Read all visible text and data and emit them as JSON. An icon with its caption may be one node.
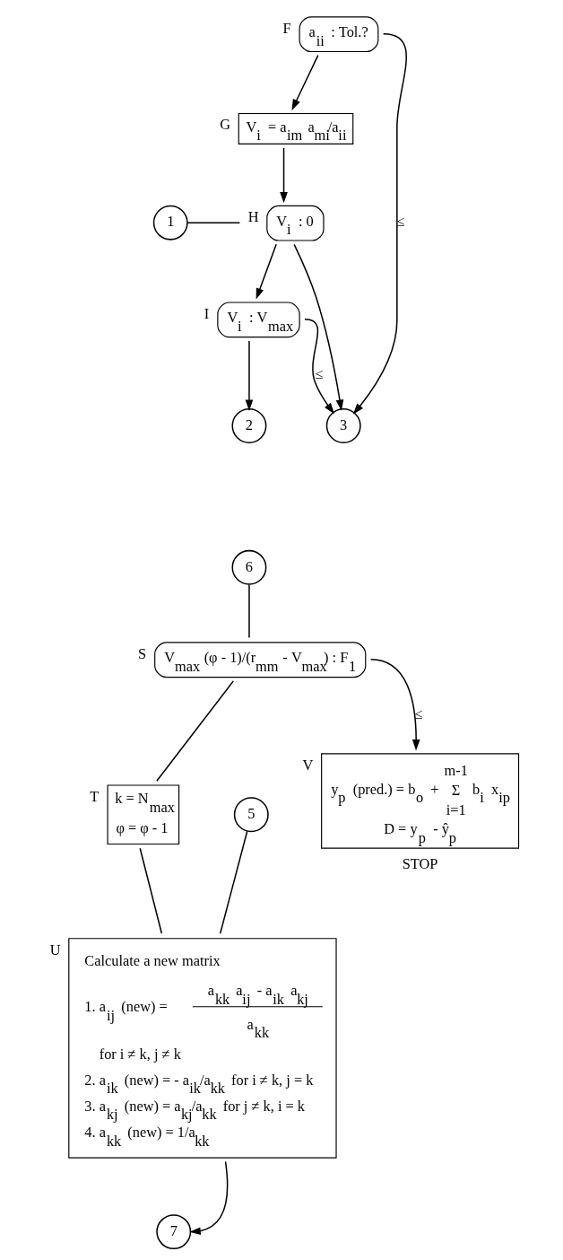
{
  "diagram": {
    "nodes": [
      {
        "text": [
          "a$_{ii}$ : Tol.?"
        ],
        "beside": [
          "F"
        ]
      },
      {
        "text": [
          "V$_{i}$ = a$_{im}$ a$_{mi}$/a$_{ii}$"
        ],
        "beside": [
          "G"
        ]
      },
      {
        "text": [
          "V$_{i}$ : 0"
        ],
        "beside": [
          "H"
        ]
      },
      {
        "text": [
          "V$_{i}$ : V$_{max}$"
        ],
        "beside": [
          "I"
        ]
      },
      {
        "text": [
          "1"
        ]
      },
      {
        "text": [
          "2"
        ]
      },
      {
        "text": [
          "3"
        ]
      },
      {
        "text": [
          "6"
        ]
      },
      {
        "text": [
          "V$_{max}$ (φ - 1)/(r$_{mm}$ - V$_{max}$) : F$_{1}$"
        ],
        "beside": [
          "S"
        ]
      },
      {
        "text": [
          "k = N$_{max}$",
          "φ = φ - 1"
        ],
        "beside": [
          "T"
        ]
      },
      {
        "text": [
          "5"
        ]
      },
      {
        "text": [
          "Calculate a new matrix",
          "1. a$_{ij}$ (new) =",
          "a$_{kk}$ a$_{ij}$ - a$_{ik}$ a$_{kj}$",
          "a$_{kk}$",
          "for i ≠ k, j ≠ k",
          "2. a$_{ik}$ (new) = - a$_{ik}$/a$_{kk}$ for i ≠ k, j = k",
          "3. a$_{kj}$ (new) = a$_{kj}$/a$_{kk}$ for j ≠ k, i = k",
          "4. a$_{kk}$ (new) = 1/a$_{kk}$"
        ],
        "beside": [
          "U"
        ]
      },
      {
        "text": [
          "7"
        ]
      },
      {
        "text": [
          "m-1",
          "y$_{p}$ (pred.) = b$_{o}$ +",
          "Σ",
          "b$_{i}$ x$_{ip}$",
          "i=1",
          "D = y$_{p}$ - ŷ$_{p}$"
        ],
        "beside": [
          "V",
          "STOP"
        ]
      }
    ],
    "edges": [
      {
        "from": 0,
        "to": 1,
        "arrow": "to"
      },
      {
        "from": 0,
        "to": 6,
        "arrow": "to",
        "label": "≤"
      },
      {
        "from": 1,
        "to": 2,
        "arrow": "to"
      },
      {
        "from": 4,
        "to": 2,
        "arrow": "none"
      },
      {
        "from": 2,
        "to": 3,
        "arrow": "to"
      },
      {
        "from": 2,
        "to": 6,
        "arrow": "to"
      },
      {
        "from": 3,
        "to": 5,
        "arrow": "to"
      },
      {
        "from": 3,
        "to": 6,
        "arrow": "to",
        "label": "≤"
      },
      {
        "from": 7,
        "to": 8,
        "arrow": "none"
      },
      {
        "from": 8,
        "to": 9,
        "arrow": "none"
      },
      {
        "from": 9,
        "to": 11,
        "arrow": "none"
      },
      {
        "from": 10,
        "to": 11,
        "arrow": "none"
      },
      {
        "from": 11,
        "to": 12,
        "arrow": "to"
      },
      {
        "from": 8,
        "to": 13,
        "arrow": "to",
        "label": "≤"
      }
    ]
  }
}
